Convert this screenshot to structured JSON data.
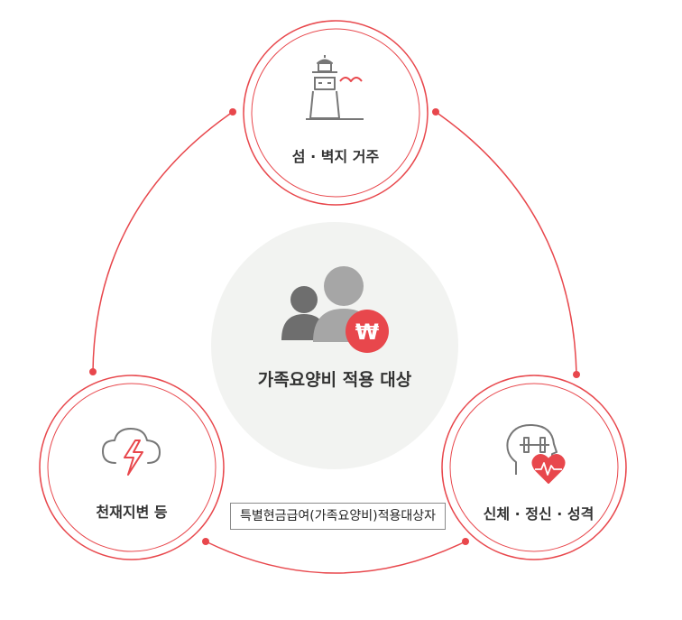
{
  "nodes": {
    "top": {
      "label": "섬 · 벽지 거주",
      "icon": "lighthouse-icon"
    },
    "left": {
      "label": "천재지변 등",
      "icon": "cloud-lightning-icon"
    },
    "right": {
      "label": "신체 · 정신 · 성격",
      "icon": "head-dumbbell-heart-icon"
    }
  },
  "center": {
    "label": "가족요양비 적용 대상",
    "icon": "people-won-icon"
  },
  "caption": "특별현금급여(가족요양비)적용대상자",
  "colors": {
    "accent": "#e8474c",
    "icon_gray": "#777777",
    "person_dark": "#6e6e6e",
    "person_light": "#a6a6a6",
    "center_bg": "#f2f3f1"
  }
}
